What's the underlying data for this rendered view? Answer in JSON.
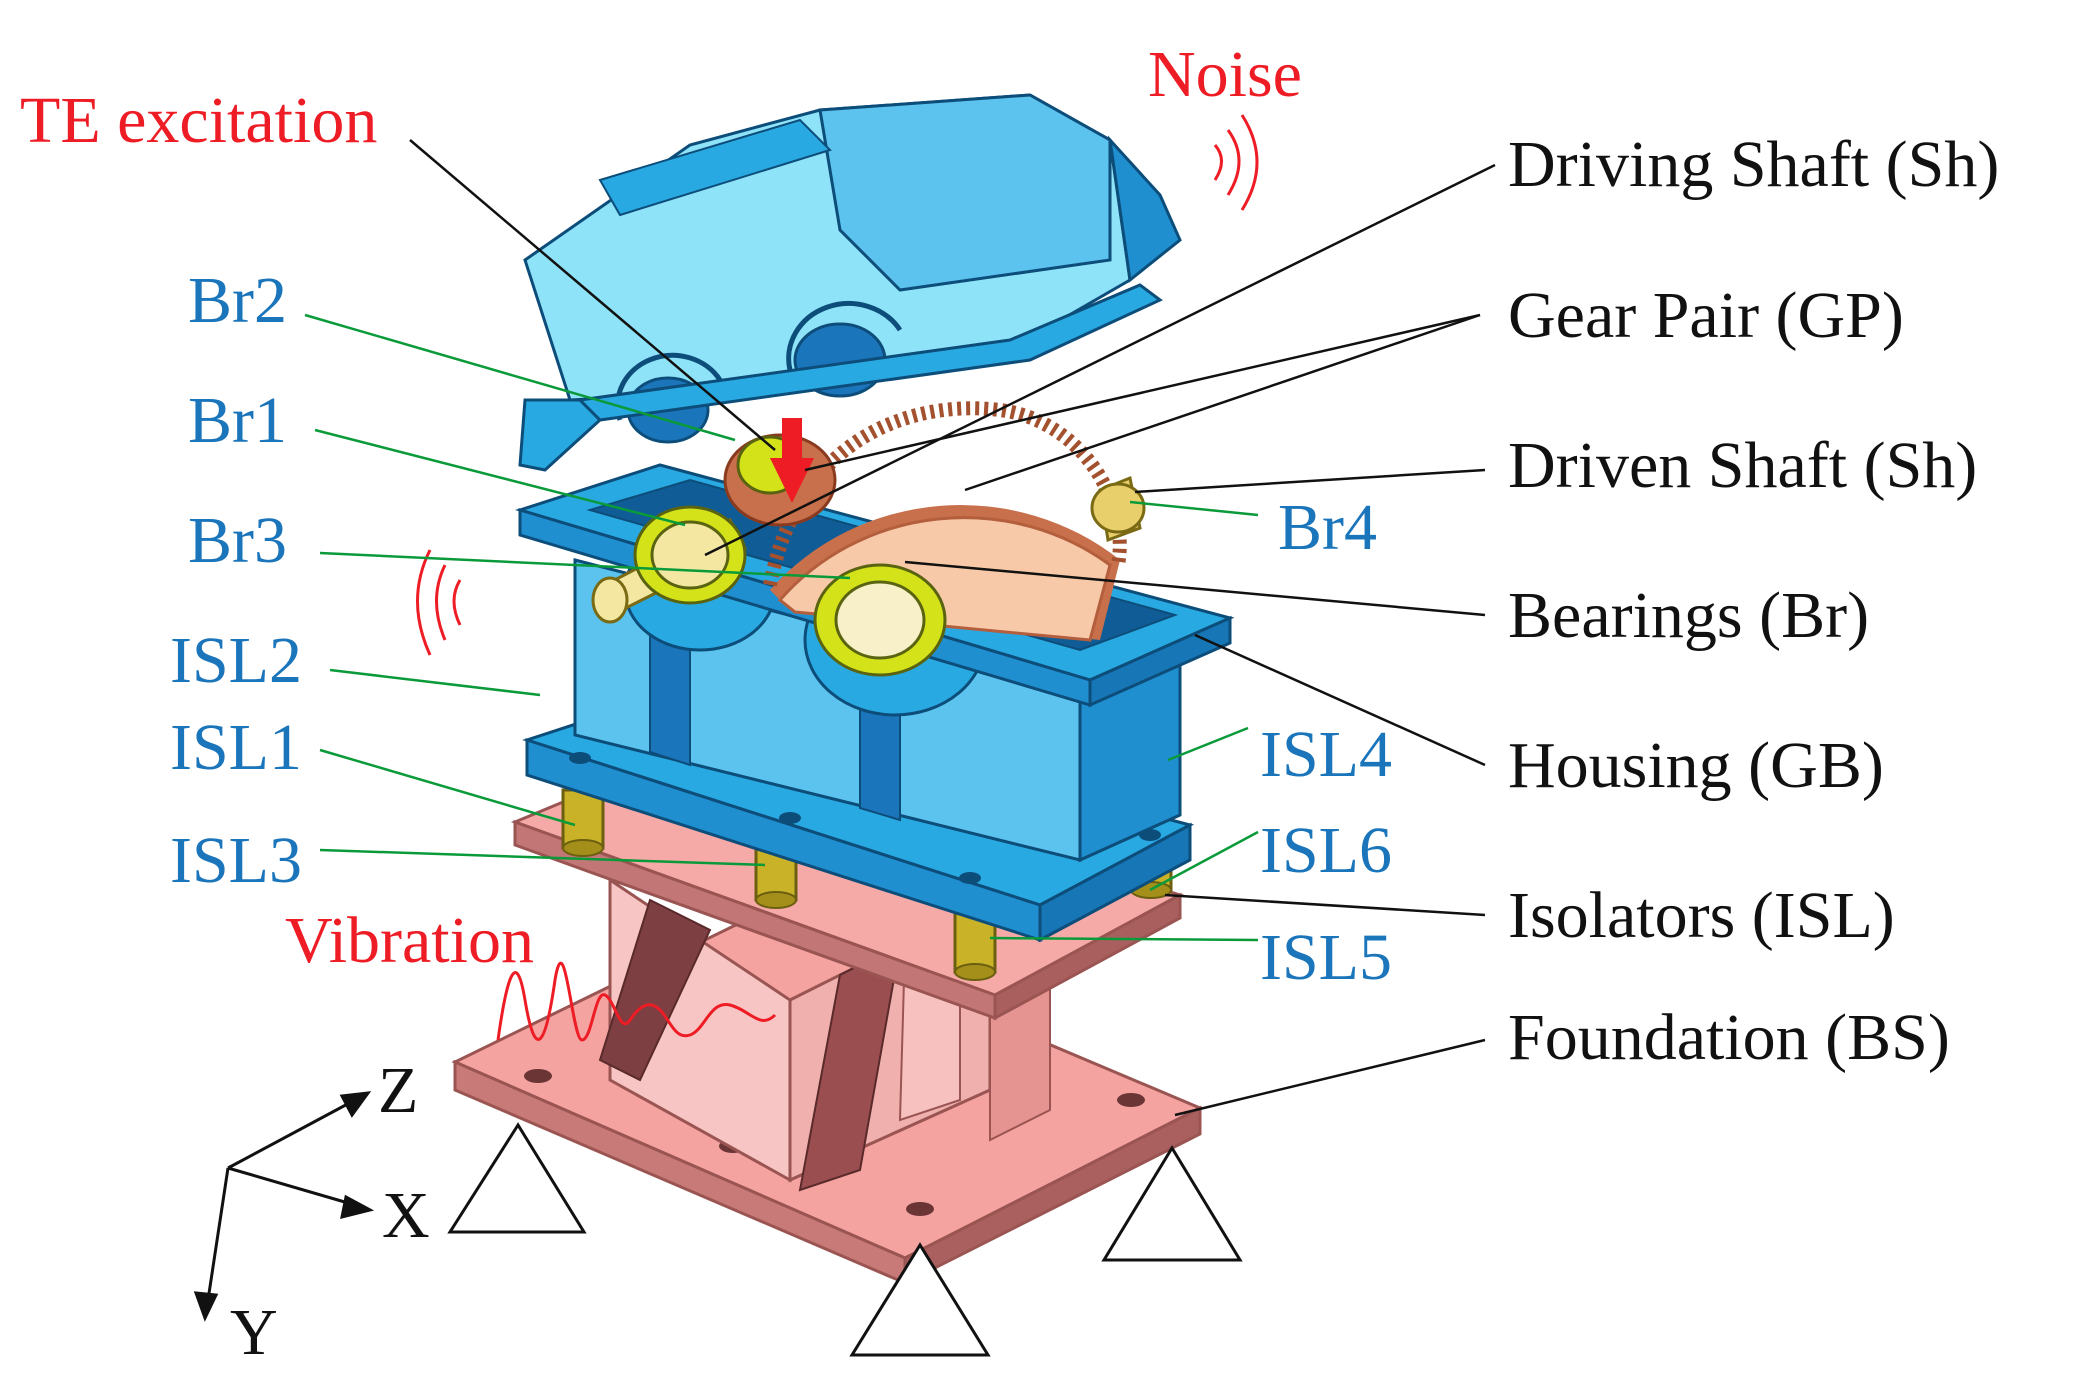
{
  "excitation_labels": {
    "te_excitation": "TE excitation",
    "noise": "Noise",
    "vibration": "Vibration"
  },
  "component_labels": {
    "driving_shaft": "Driving Shaft (Sh)",
    "gear_pair": "Gear Pair (GP)",
    "driven_shaft": "Driven Shaft (Sh)",
    "bearings": "Bearings (Br)",
    "housing": "Housing (GB)",
    "isolators": "Isolators (ISL)",
    "foundation": "Foundation (BS)"
  },
  "part_labels": {
    "br1": "Br1",
    "br2": "Br2",
    "br3": "Br3",
    "br4": "Br4",
    "isl1": "ISL1",
    "isl2": "ISL2",
    "isl3": "ISL3",
    "isl4": "ISL4",
    "isl5": "ISL5",
    "isl6": "ISL6"
  },
  "axes": {
    "x": "X",
    "y": "Y",
    "z": "Z"
  },
  "colors": {
    "housing": "#29a9e1",
    "housing_light": "#8fe3f8",
    "housing_dark": "#1b75bb",
    "gear": "#f7c9a8",
    "gear_teeth": "#c8704b",
    "shaft": "#f3e7a1",
    "bearing": "#d4e21a",
    "isolator": "#c9b227",
    "foundation": "#f4a3a0",
    "foundation_dark": "#c77a78",
    "excitation": "#ee1c24",
    "part_label": "#1b75bb",
    "leader_part": "#0a9a3a",
    "component_label": "#111111"
  }
}
